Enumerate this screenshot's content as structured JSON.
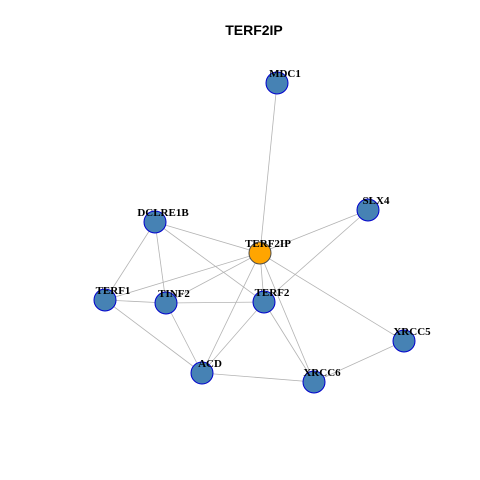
{
  "title": "TERF2IP",
  "colors": {
    "hub_fill": "#FFA500",
    "hub_stroke": "#4d4d4d",
    "node_fill": "#4682B4",
    "node_stroke": "#0000CD",
    "edge": "#B3B3B3"
  },
  "network": {
    "nodes": [
      {
        "id": "MDC1",
        "label": "MDC1",
        "hub": false
      },
      {
        "id": "SLX4",
        "label": "SLX4",
        "hub": false
      },
      {
        "id": "DCLRE1B",
        "label": "DCLRE1B",
        "hub": false
      },
      {
        "id": "TERF2IP",
        "label": "TERF2IP",
        "hub": true
      },
      {
        "id": "TERF1",
        "label": "TERF1",
        "hub": false
      },
      {
        "id": "TINF2",
        "label": "TINF2",
        "hub": false
      },
      {
        "id": "TERF2",
        "label": "TERF2",
        "hub": false
      },
      {
        "id": "XRCC5",
        "label": "XRCC5",
        "hub": false
      },
      {
        "id": "ACD",
        "label": "ACD",
        "hub": false
      },
      {
        "id": "XRCC6",
        "label": "XRCC6",
        "hub": false
      }
    ],
    "edges": [
      [
        "TERF2IP",
        "MDC1"
      ],
      [
        "TERF2IP",
        "SLX4"
      ],
      [
        "TERF2IP",
        "DCLRE1B"
      ],
      [
        "TERF2IP",
        "TERF1"
      ],
      [
        "TERF2IP",
        "TINF2"
      ],
      [
        "TERF2IP",
        "TERF2"
      ],
      [
        "TERF2IP",
        "ACD"
      ],
      [
        "TERF2IP",
        "XRCC6"
      ],
      [
        "TERF2IP",
        "XRCC5"
      ],
      [
        "DCLRE1B",
        "TERF1"
      ],
      [
        "DCLRE1B",
        "TINF2"
      ],
      [
        "DCLRE1B",
        "TERF2"
      ],
      [
        "TERF1",
        "TINF2"
      ],
      [
        "TERF1",
        "ACD"
      ],
      [
        "TINF2",
        "TERF2"
      ],
      [
        "TINF2",
        "ACD"
      ],
      [
        "TERF2",
        "ACD"
      ],
      [
        "TERF2",
        "XRCC6"
      ],
      [
        "TERF2",
        "SLX4"
      ],
      [
        "ACD",
        "XRCC6"
      ],
      [
        "XRCC6",
        "XRCC5"
      ]
    ]
  }
}
